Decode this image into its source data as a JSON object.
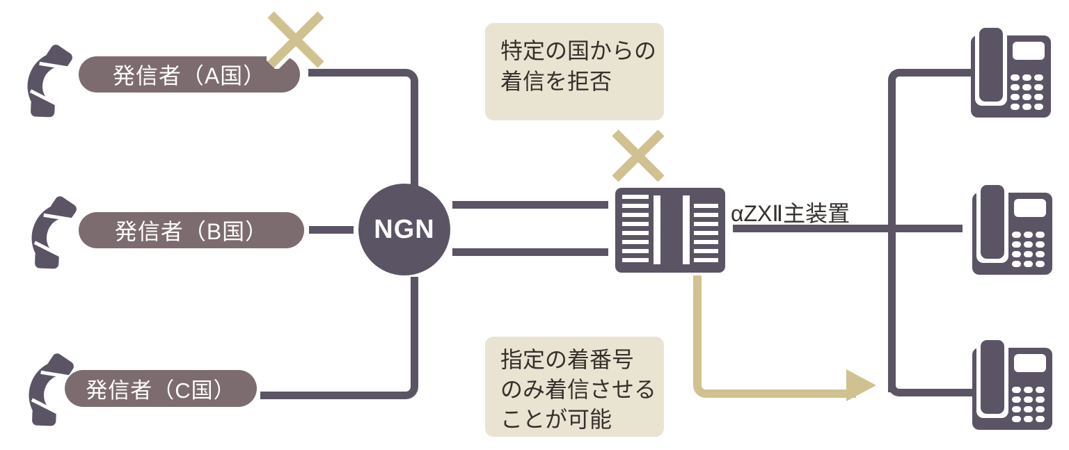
{
  "diagram": {
    "callers": [
      {
        "label": "発信者（A国）",
        "blocked": true
      },
      {
        "label": "発信者（B国）",
        "blocked": false
      },
      {
        "label": "発信者（C国）",
        "blocked": false
      }
    ],
    "network_node": {
      "label": "NGN"
    },
    "device": {
      "label": "αZXⅡ主装置"
    },
    "notes": [
      {
        "lines": [
          "特定の国からの",
          "着信を拒否"
        ]
      },
      {
        "lines": [
          "指定の着番号",
          "のみ着信させる",
          "ことが可能"
        ]
      }
    ],
    "colors": {
      "dark": "#5b5464",
      "pill": "#7d6c6f",
      "tan": "#d0c290",
      "note_bg": "#e9e4d2",
      "note_text": "#35302b"
    }
  }
}
